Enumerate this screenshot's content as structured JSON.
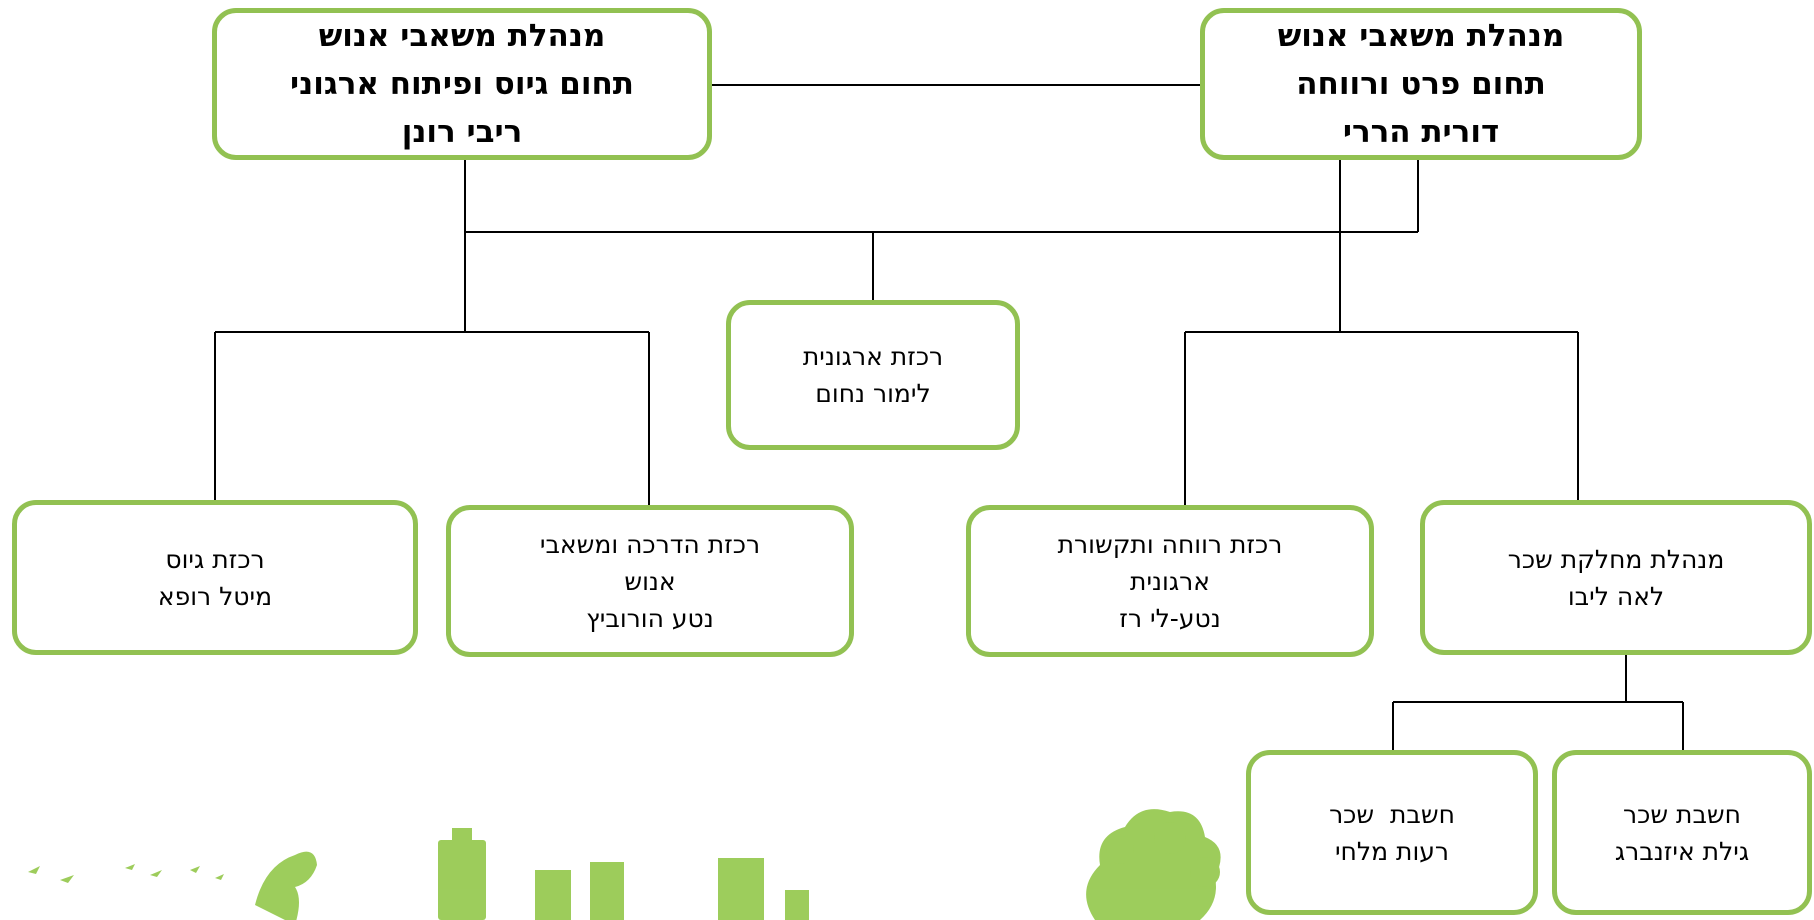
{
  "org_chart": {
    "head_right": {
      "title": "מנהלת משאבי אנוש",
      "field": "תחום פרט ורווחה",
      "name": "דורית הררי"
    },
    "head_left": {
      "title": "מנהלת משאבי אנוש",
      "field": "תחום גיוס ופיתוח ארגוני",
      "name": "ריבי רונן"
    },
    "org_coordinator": {
      "title": "רכזת ארגונית",
      "name": "לימור נחום"
    },
    "payroll_manager": {
      "title": "מנהלת מחלקת שכר",
      "name": "לאה ליבו"
    },
    "welfare_coordinator": {
      "title_line1": "רכזת רווחה ותקשורת",
      "title_line2": "ארגונית",
      "name": "נטע-לי רז"
    },
    "training_coordinator": {
      "title_line1": "רכזת הדרכה ומשאבי",
      "title_line2": "אנוש",
      "name": "נטע הורוביץ"
    },
    "recruit_coordinator": {
      "title": "רכזת גיוס",
      "name": "מיטל רופא"
    },
    "payroll_accountant_1": {
      "title": "חשבת שכר",
      "name": "גילת איזנברג"
    },
    "payroll_accountant_2": {
      "title": "חשבת  שכר",
      "name": "רעות מלחי"
    }
  },
  "colors": {
    "box_border": "#92c152",
    "connector": "#000000",
    "decoration": "#8cc43f"
  }
}
